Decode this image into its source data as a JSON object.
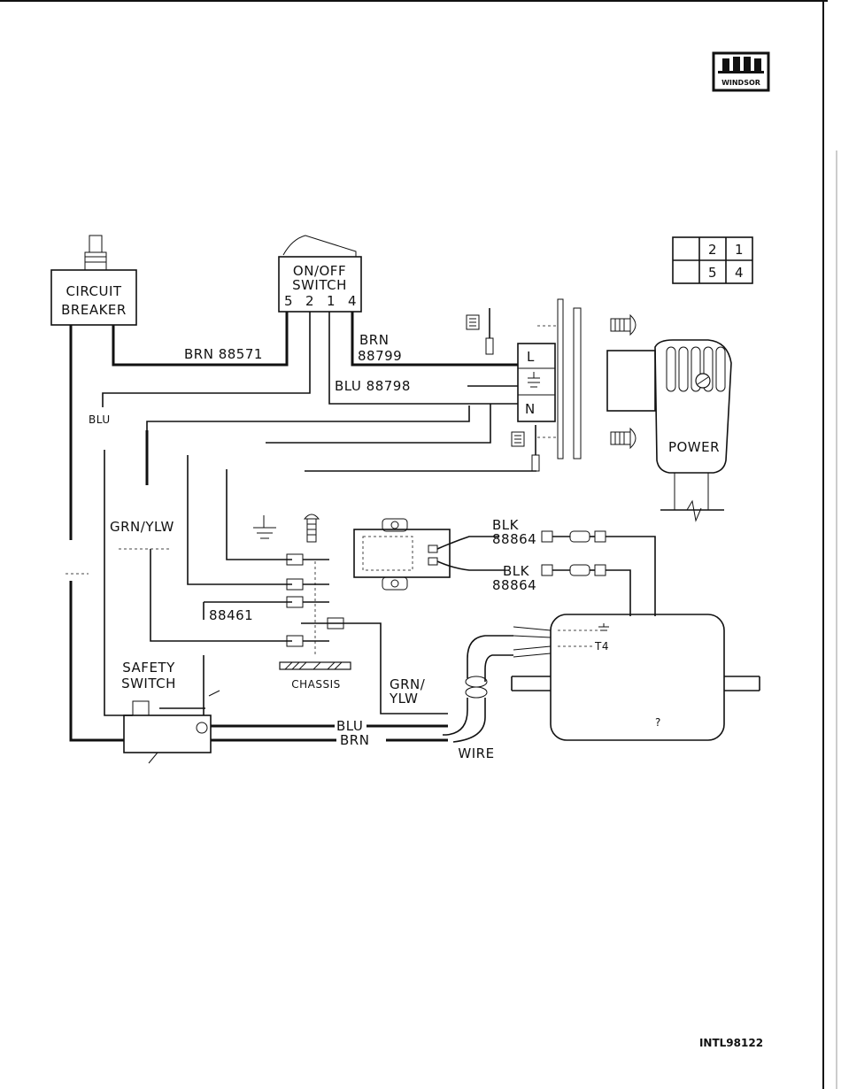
{
  "brand": {
    "logo_text": "WINDSOR"
  },
  "figure_code": "INTL98122",
  "components": {
    "circuit_breaker": [
      "CIRCUIT",
      "BREAKER"
    ],
    "on_off_switch": [
      "ON/OFF",
      "SWITCH"
    ],
    "switch_pins": [
      "5",
      "2",
      "1",
      "4"
    ],
    "pin_table": [
      [
        "2",
        "1"
      ],
      [
        "5",
        "4"
      ]
    ],
    "terminals": {
      "line": "L",
      "neutral": "N"
    },
    "power_cord": "POWER",
    "safety_switch": [
      "SAFETY",
      "SWITCH"
    ],
    "chassis": "CHASSIS",
    "wire": "WIRE",
    "motor_terminal": "T4"
  },
  "wires": {
    "brn_88571": "BRN 88571",
    "brn_88799": [
      "BRN",
      "88799"
    ],
    "blu_88798": "BLU 88798",
    "blu_left": "BLU",
    "grn_ylw": "GRN/YLW",
    "blk_88864_upper": [
      "BLK",
      "88864"
    ],
    "blk_88864_lower": [
      "BLK",
      "88864"
    ],
    "part_88461": "88461",
    "grn_ylw_lower": [
      "GRN/",
      "YLW"
    ],
    "blu_bottom": "BLU",
    "brn_bottom": "BRN"
  }
}
